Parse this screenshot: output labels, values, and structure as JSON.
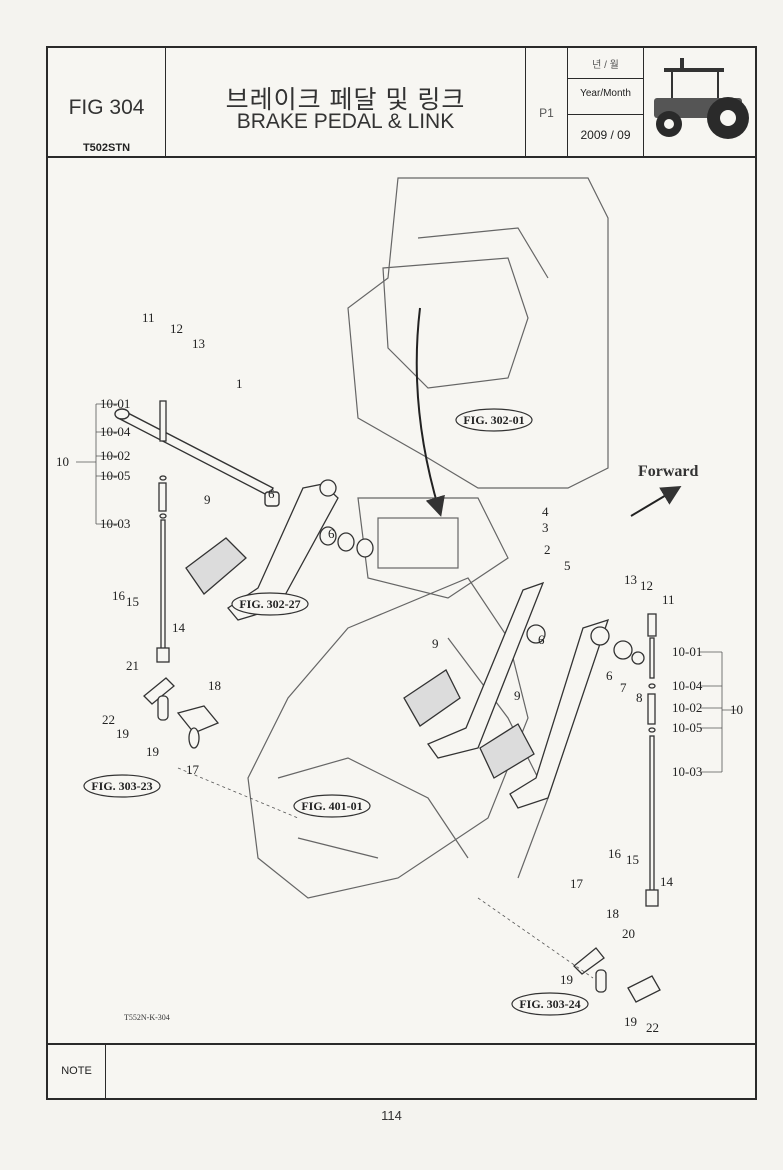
{
  "header": {
    "fig_number": "FIG 304",
    "model": "T502STN",
    "title_ko": "브레이크 페달 및 링크",
    "title_en": "BRAKE PEDAL & LINK",
    "page": "P1",
    "year_month_ko": "년 / 월",
    "year_month_label": "Year/Month",
    "date": "2009 / 09",
    "logo_icon": "tractor-icon"
  },
  "diagram": {
    "forward_label": "Forward",
    "drawing_code": "T552N-K-304",
    "references": [
      "FIG. 302-01",
      "FIG. 302-27",
      "FIG. 303-23",
      "FIG. 401-01",
      "FIG. 303-24"
    ],
    "callouts_left": [
      "11",
      "12",
      "13",
      "1",
      "10-01",
      "10-04",
      "10",
      "10-02",
      "10-05",
      "6",
      "9",
      "6",
      "10-03",
      "16",
      "15",
      "14",
      "21",
      "18",
      "22",
      "19",
      "19",
      "17"
    ],
    "callouts_right": [
      "4",
      "3",
      "2",
      "5",
      "13",
      "12",
      "11",
      "9",
      "6",
      "10-01",
      "6",
      "7",
      "8",
      "10-04",
      "9",
      "10-02",
      "10",
      "10-05",
      "10-03",
      "16",
      "15",
      "17",
      "14",
      "18",
      "20",
      "19",
      "19",
      "22"
    ]
  },
  "note": {
    "label": "NOTE"
  },
  "footer": {
    "page_number": "114"
  }
}
